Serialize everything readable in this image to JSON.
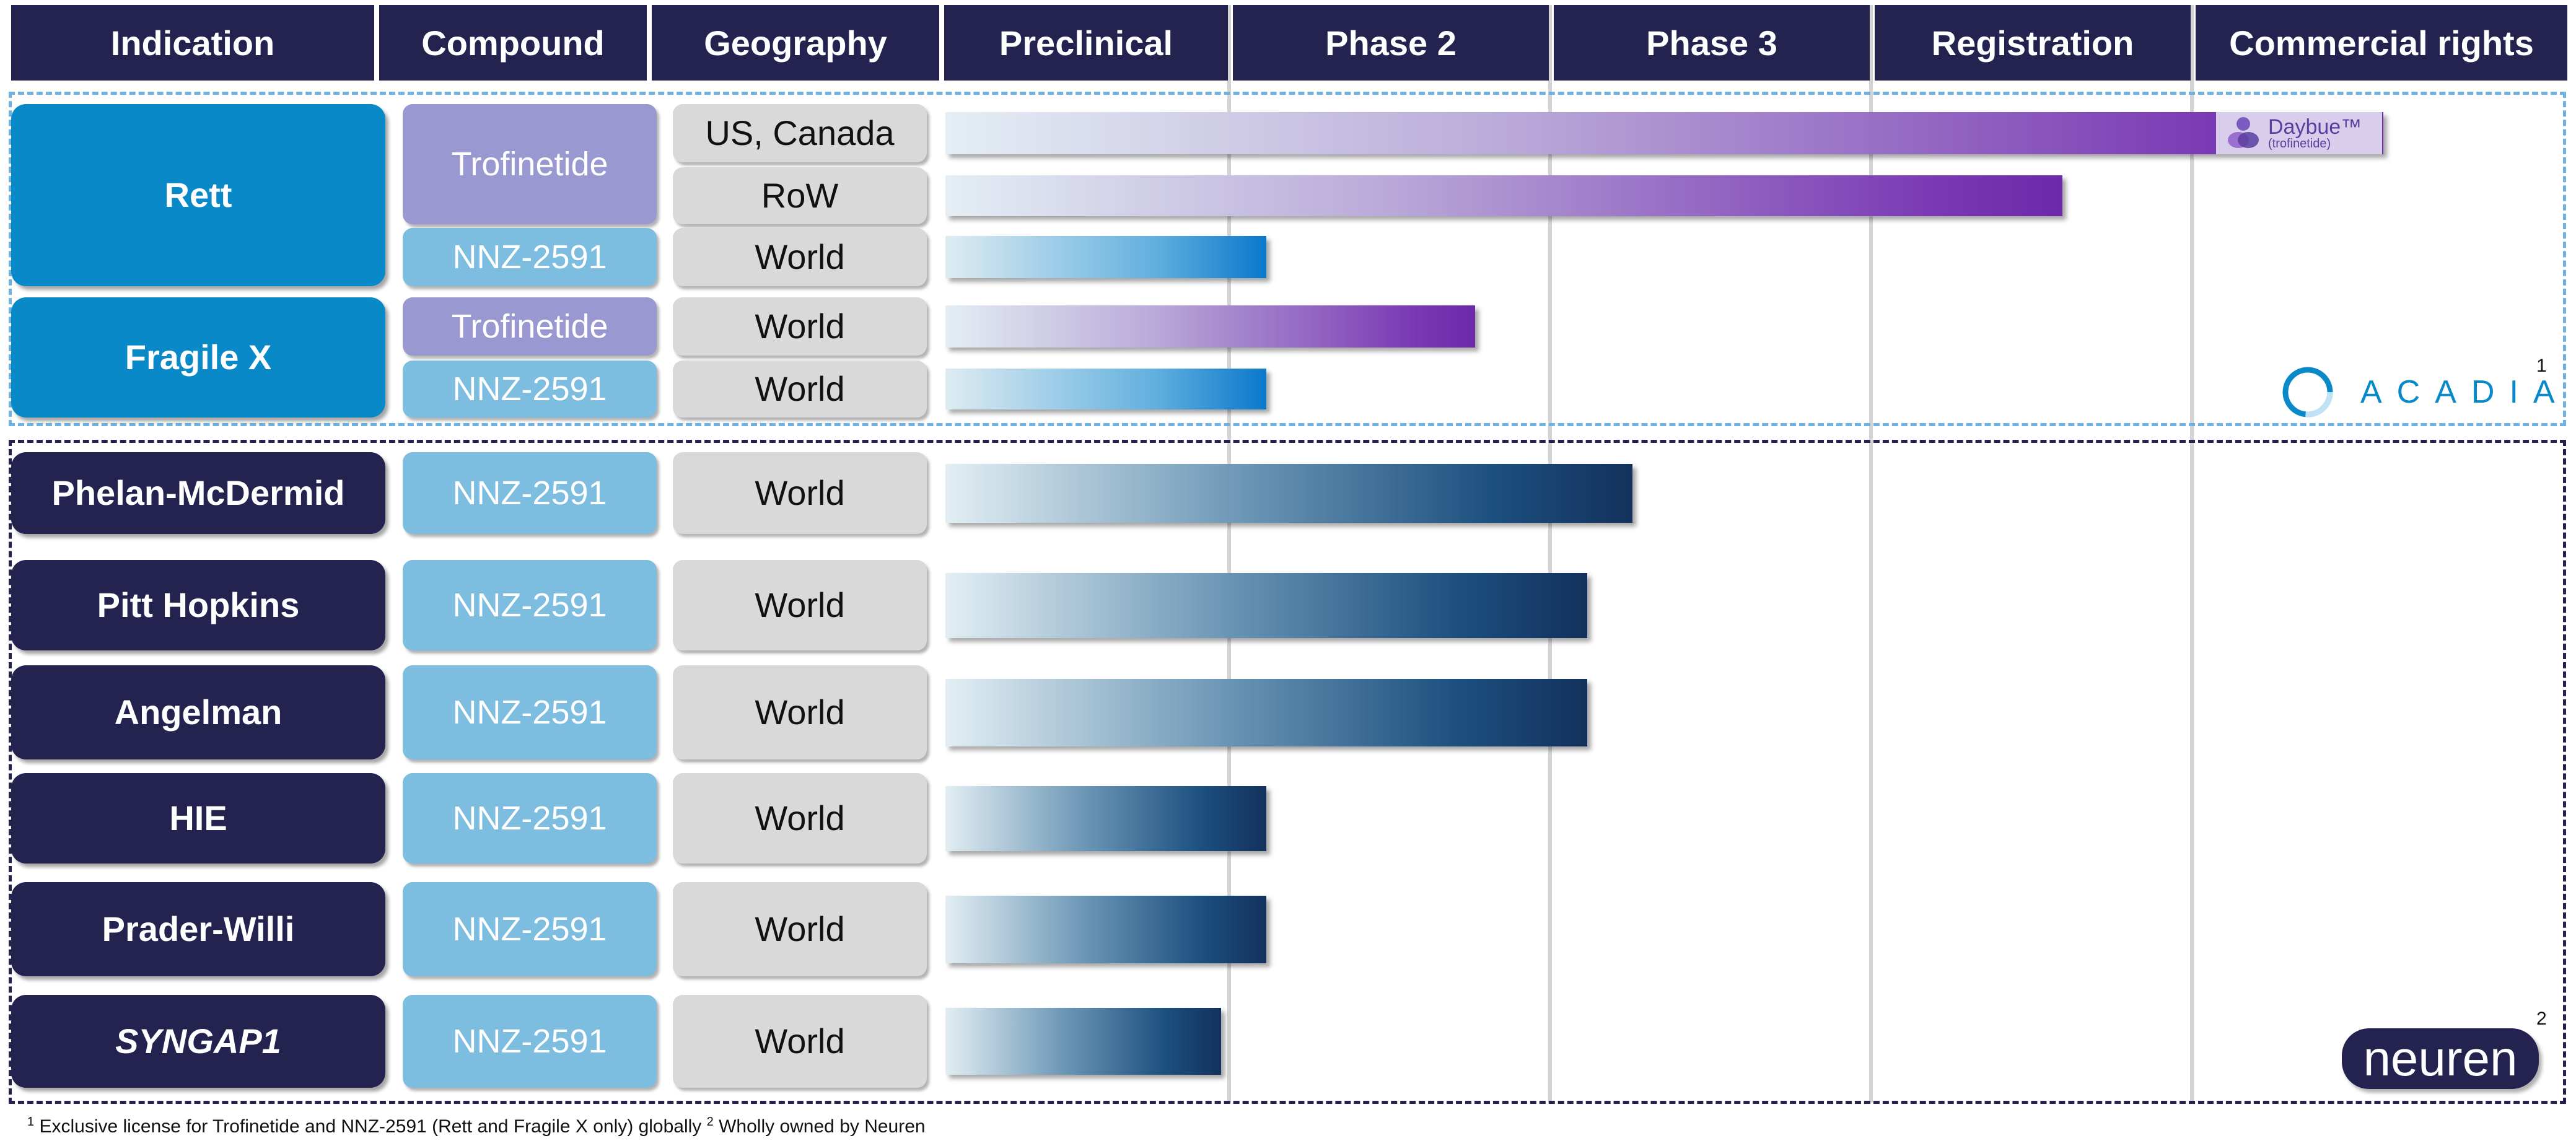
{
  "headers": [
    "Indication",
    "Compound",
    "Geography",
    "Preclinical",
    "Phase 2",
    "Phase 3",
    "Registration",
    "Commercial rights"
  ],
  "chart_data": {
    "type": "bar",
    "orientation": "horizontal",
    "stages": [
      "Preclinical",
      "Phase 2",
      "Phase 3",
      "Registration",
      "Commercial rights"
    ],
    "progress_unit": "stage columns completed (0 = left edge of Preclinical)",
    "groups": [
      {
        "partner": "ACADIA",
        "indications": [
          {
            "name": "Rett",
            "italic": false,
            "rows": [
              {
                "compound": "Trofinetide",
                "geography": "US, Canada",
                "progress": 4.48,
                "color": "purple",
                "badge": true
              },
              {
                "compound": "Trofinetide",
                "geography": "RoW",
                "progress": 3.48,
                "color": "purple"
              },
              {
                "compound": "NNZ-2591",
                "geography": "World",
                "progress": 1.0,
                "color": "blue"
              }
            ]
          },
          {
            "name": "Fragile X",
            "italic": false,
            "rows": [
              {
                "compound": "Trofinetide",
                "geography": "World",
                "progress": 1.65,
                "color": "purple"
              },
              {
                "compound": "NNZ-2591",
                "geography": "World",
                "progress": 1.0,
                "color": "blue"
              }
            ]
          }
        ]
      },
      {
        "partner": "neuren",
        "indications": [
          {
            "name": "Phelan-McDermid",
            "italic": false,
            "rows": [
              {
                "compound": "NNZ-2591",
                "geography": "World",
                "progress": 2.14,
                "color": "navy"
              }
            ]
          },
          {
            "name": "Pitt Hopkins",
            "italic": false,
            "rows": [
              {
                "compound": "NNZ-2591",
                "geography": "World",
                "progress": 2.0,
                "color": "navy"
              }
            ]
          },
          {
            "name": "Angelman",
            "italic": false,
            "rows": [
              {
                "compound": "NNZ-2591",
                "geography": "World",
                "progress": 2.0,
                "color": "navy"
              }
            ]
          },
          {
            "name": "HIE",
            "italic": false,
            "rows": [
              {
                "compound": "NNZ-2591",
                "geography": "World",
                "progress": 1.0,
                "color": "navy"
              }
            ]
          },
          {
            "name": "Prader-Willi",
            "italic": false,
            "rows": [
              {
                "compound": "NNZ-2591",
                "geography": "World",
                "progress": 1.0,
                "color": "navy"
              }
            ]
          },
          {
            "name": "SYNGAP1",
            "italic": true,
            "rows": [
              {
                "compound": "NNZ-2591",
                "geography": "World",
                "progress": 0.86,
                "color": "navy"
              }
            ]
          }
        ]
      }
    ]
  },
  "badge": {
    "brand": "Daybue",
    "tm": "™",
    "sub": "(trofinetide)"
  },
  "logos": {
    "acadia": "ACADIA",
    "acadia_sup": "1",
    "neuren": "neuren",
    "neuren_sup": "2"
  },
  "footnote": {
    "sup1": "1",
    "text1": " Exclusive license for Trofinetide and NNZ-2591 (Rett and Fragile X only) globally ",
    "sup2": "2",
    "text2": " Wholly owned by Neuren"
  },
  "colors": {
    "header": "#24224f",
    "teal": "#0a89c8",
    "navy": "#24224f",
    "lavender": "#9a98d0",
    "light_blue": "#7dbde0",
    "grey": "#d9d9d9",
    "acadia_border": "#6fb1e0",
    "neuren_border": "#24224f"
  }
}
